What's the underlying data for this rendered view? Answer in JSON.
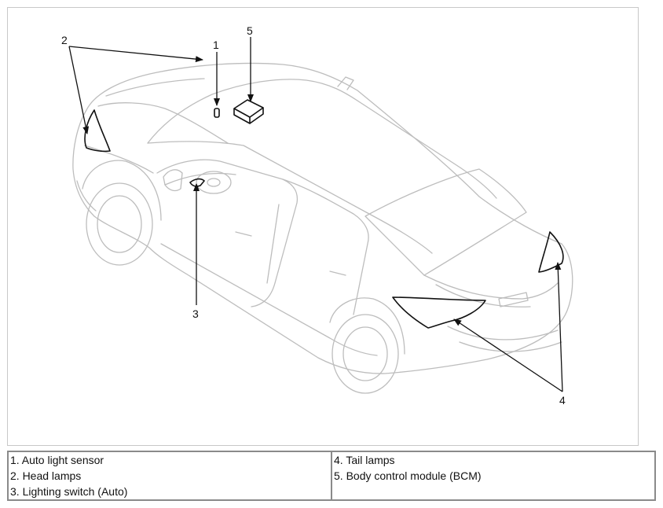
{
  "callouts": {
    "c1": "1",
    "c2": "2",
    "c3": "3",
    "c4": "4",
    "c5": "5"
  },
  "legend": {
    "left": [
      "1. Auto light sensor",
      "2. Head lamps",
      "3. Lighting switch (Auto)"
    ],
    "right": [
      "4. Tail lamps",
      "5. Body control module (BCM)"
    ]
  },
  "colors": {
    "outline": "#bdbdbd",
    "highlight": "#111111",
    "border": "#8a8a8a"
  }
}
